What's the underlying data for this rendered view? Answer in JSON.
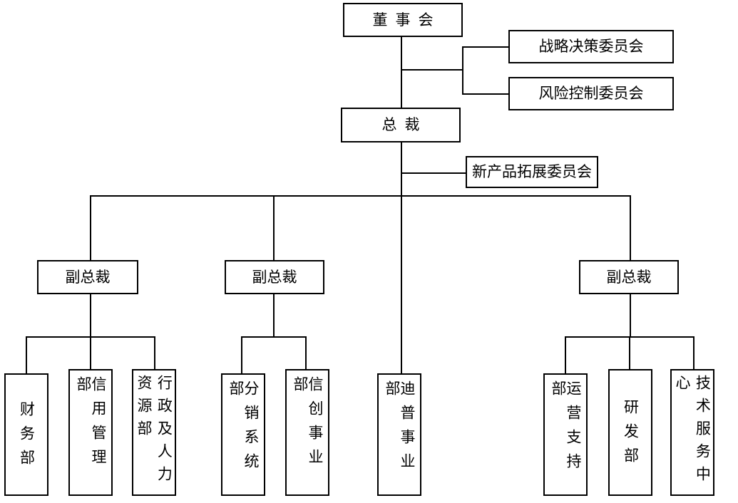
{
  "diagram": {
    "type": "org-chart",
    "title_text": "",
    "colors": {
      "line": "#000000",
      "box_border": "#000000",
      "box_fill": "#ffffff",
      "text": "#000000"
    },
    "nodes": {
      "board": {
        "label": "董事会",
        "level": "top"
      },
      "president": {
        "label": "总裁",
        "level": "executive"
      },
      "committee_strategy": {
        "label": "战略决策委员会",
        "level": "committee"
      },
      "committee_risk": {
        "label": "风险控制委员会",
        "level": "committee"
      },
      "committee_newproduct": {
        "label": "新产品拓展委员会",
        "level": "committee"
      },
      "vp_left": {
        "label": "副总裁",
        "level": "vice-president"
      },
      "vp_middle": {
        "label": "副总裁",
        "level": "vice-president"
      },
      "vp_right": {
        "label": "副总裁",
        "level": "vice-president"
      },
      "dept_finance": {
        "label": "财务部",
        "level": "department"
      },
      "dept_credit": {
        "label": "信用管理部",
        "level": "department"
      },
      "dept_hr": {
        "label": "行政及人力资源部",
        "level": "department"
      },
      "dept_distribution": {
        "label": "分销系统部",
        "level": "department"
      },
      "dept_xinchuang": {
        "label": "信创事业部",
        "level": "department"
      },
      "dept_dptech": {
        "label": "迪普事业部",
        "level": "department"
      },
      "dept_operation": {
        "label": "运营支持部",
        "level": "department"
      },
      "dept_rd": {
        "label": "研发部",
        "level": "department"
      },
      "dept_techservice": {
        "label": "技术服务中心",
        "level": "department"
      }
    },
    "groups": {
      "vp_left_children": [
        "财务部",
        "信用管理部",
        "行政及人力资源部"
      ],
      "vp_middle_children": [
        "分销系统部",
        "信创事业部"
      ],
      "president_direct_children": [
        "迪普事业部"
      ],
      "vp_right_children": [
        "运营支持部",
        "研发部",
        "技术服务中心"
      ],
      "board_committees": [
        "战略决策委员会",
        "风险控制委员会"
      ],
      "president_committees": [
        "新产品拓展委员会"
      ]
    }
  }
}
